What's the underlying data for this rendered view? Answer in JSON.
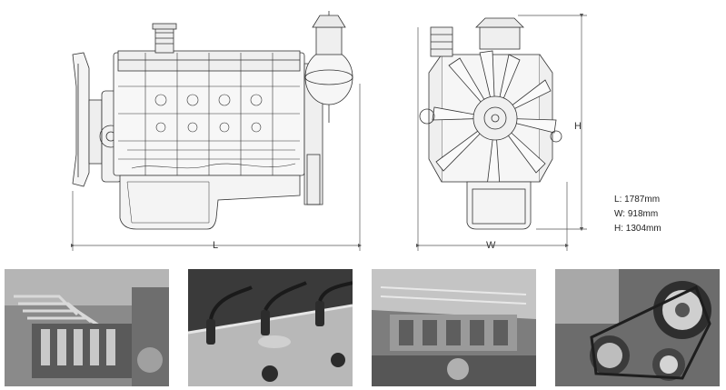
{
  "dimension_labels": {
    "length": "L",
    "width": "W",
    "height": "H"
  },
  "specs": [
    {
      "key": "L",
      "value": "1787mm"
    },
    {
      "key": "W",
      "value": "918mm"
    },
    {
      "key": "H",
      "value": "1304mm"
    }
  ],
  "photos": [
    {
      "name": "fuel-injection-pump-photo"
    },
    {
      "name": "cylinder-head-cover-photo"
    },
    {
      "name": "intake-manifold-photo"
    },
    {
      "name": "front-accessory-drive-photo"
    }
  ]
}
